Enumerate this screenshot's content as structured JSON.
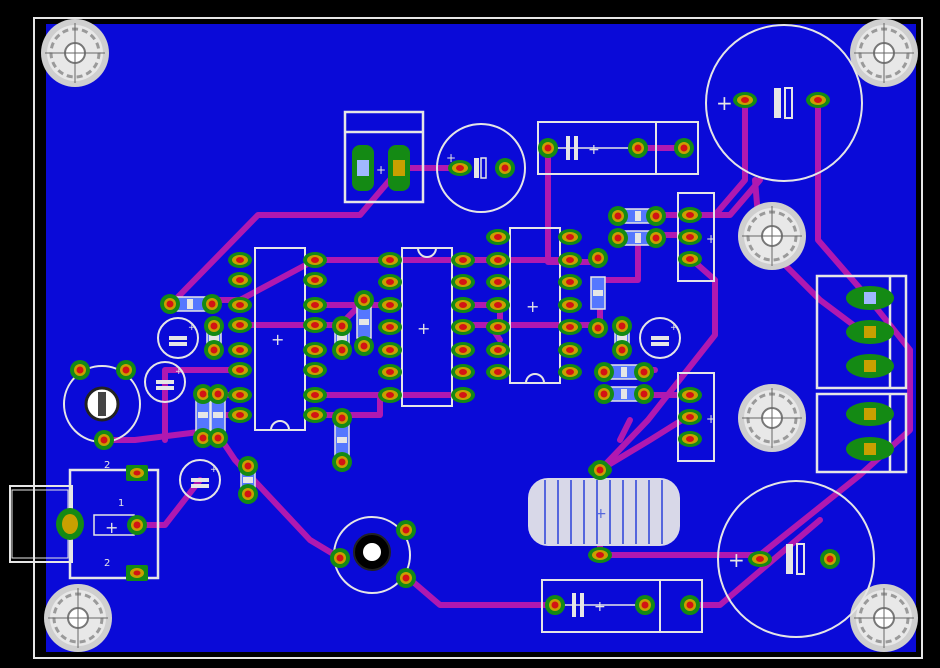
{
  "board": {
    "colors": {
      "background": "#000000",
      "copper_fill": "#0a0ad8",
      "trace": "#b019b0",
      "pad": "#148a14",
      "pad_top": "#c8a000",
      "drill": "#d41414",
      "silk": "#e6e6e6",
      "hole": "#ffffff"
    }
  },
  "silk_text": {
    "connector_pin_2_top": "2",
    "connector_pin_1": "1",
    "connector_pin_2_bottom": "2"
  },
  "mounting_holes": [
    "top-left",
    "top-right",
    "bottom-left",
    "bottom-right",
    "right-mid-upper",
    "right-mid-lower"
  ],
  "components": {
    "ic": [
      "ic-left",
      "ic-middle",
      "ic-right"
    ],
    "electrolytic_caps": [
      "big-cap-top-right",
      "big-cap-bottom-right",
      "cap-small-top-center"
    ],
    "terminal_blocks": [
      "terminal-top-center",
      "terminal-right-upper",
      "terminal-right-lower"
    ],
    "transistors": [
      "reg-upper",
      "reg-lower"
    ],
    "inductor": [
      "coil-bottom-center"
    ],
    "potentiometers": [
      "pot-left",
      "pot-bottom-center"
    ],
    "dc_jack": [
      "jack-left"
    ]
  }
}
